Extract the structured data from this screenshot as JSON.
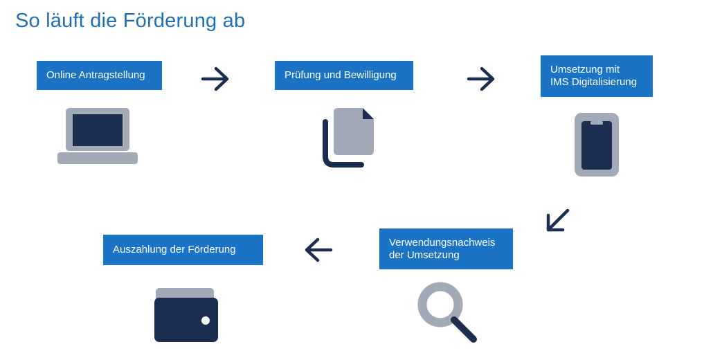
{
  "title": "So läuft die Förderung ab",
  "steps": {
    "s1": "Online Antragstellung",
    "s2": "Prüfung und Bewilligung",
    "s3": "Umsetzung mit\nIMS Digitalisierung",
    "s4": "Verwendungsnachweis\n der Umsetzung",
    "s5": "Auszahlung der Förderung"
  },
  "icons": {
    "laptop": "laptop-icon",
    "documents": "documents-icon",
    "smartphone": "smartphone-icon",
    "magnifier": "magnifier-icon",
    "wallet": "wallet-icon"
  },
  "colors": {
    "label_bg": "#1a73c4",
    "title": "#1d70b8",
    "icon_dark": "#1b2e50",
    "icon_grey": "#a2a9b7"
  }
}
